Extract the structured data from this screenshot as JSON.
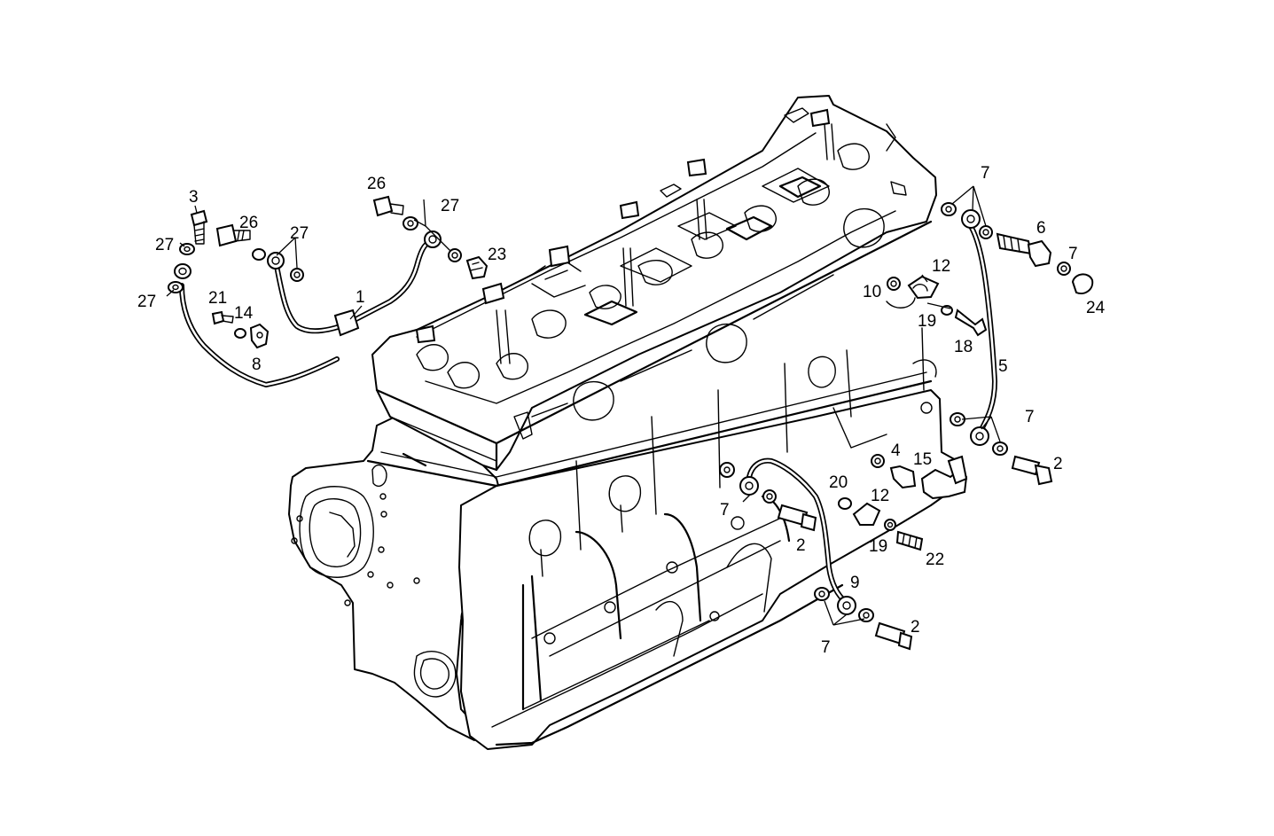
{
  "callouts": [
    {
      "label": "1"
    },
    {
      "label": "2"
    },
    {
      "label": "2"
    },
    {
      "label": "2"
    },
    {
      "label": "3"
    },
    {
      "label": "4"
    },
    {
      "label": "5"
    },
    {
      "label": "6"
    },
    {
      "label": "7"
    },
    {
      "label": "7"
    },
    {
      "label": "7"
    },
    {
      "label": "7"
    },
    {
      "label": "7"
    },
    {
      "label": "8"
    },
    {
      "label": "9"
    },
    {
      "label": "10"
    },
    {
      "label": "12"
    },
    {
      "label": "12"
    },
    {
      "label": "14"
    },
    {
      "label": "15"
    },
    {
      "label": "18"
    },
    {
      "label": "19"
    },
    {
      "label": "19"
    },
    {
      "label": "20"
    },
    {
      "label": "21"
    },
    {
      "label": "22"
    },
    {
      "label": "23"
    },
    {
      "label": "24"
    },
    {
      "label": "26"
    },
    {
      "label": "26"
    },
    {
      "label": "27"
    },
    {
      "label": "27"
    },
    {
      "label": "27"
    },
    {
      "label": "27"
    }
  ]
}
